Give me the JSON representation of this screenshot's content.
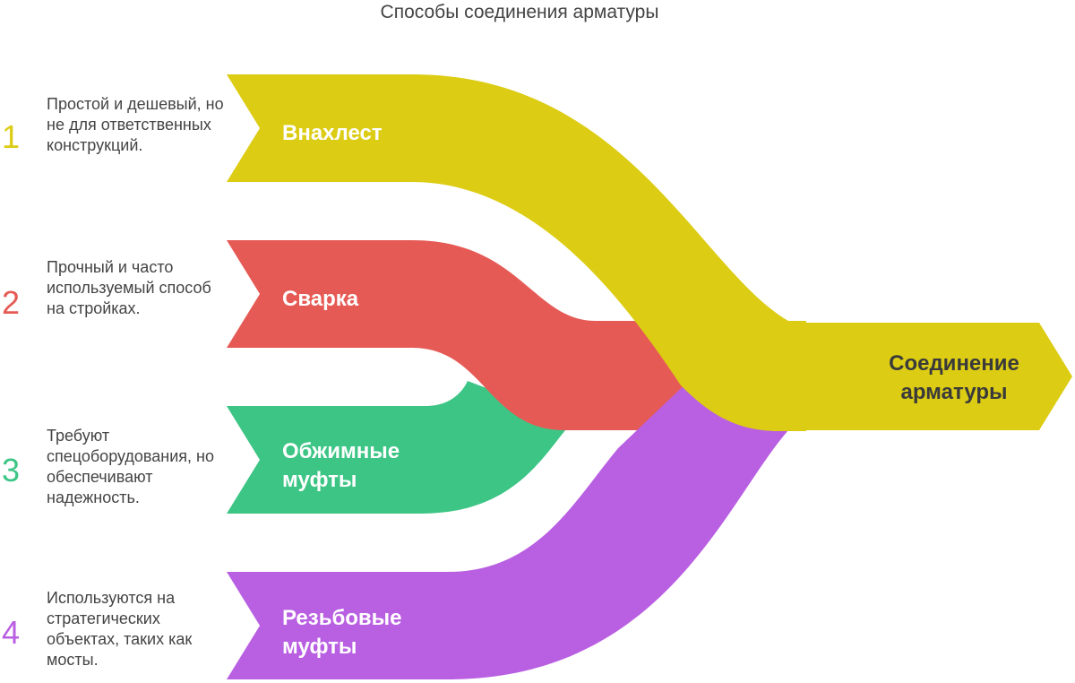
{
  "title": "Способы соединения арматуры",
  "hub": {
    "label_line1": "Соединение",
    "label_line2": "арматуры",
    "color": "#dccc14"
  },
  "items": [
    {
      "number": "1",
      "label_line1": "Внахлест",
      "label_line2": "",
      "description": "Простой и дешевый, но не для ответственных конструкций.",
      "color": "#dccc14"
    },
    {
      "number": "2",
      "label_line1": "Сварка",
      "label_line2": "",
      "description": "Прочный и часто используемый способ на стройках.",
      "color": "#e65a55"
    },
    {
      "number": "3",
      "label_line1": "Обжимные",
      "label_line2": "муфты",
      "description": "Требуют спецоборудования, но обеспечивают надежность.",
      "color": "#3dc585"
    },
    {
      "number": "4",
      "label_line1": "Резьбовые",
      "label_line2": "муфты",
      "description": "Используются на стратегических объектах, таких как мосты.",
      "color": "#b95fe2"
    }
  ]
}
